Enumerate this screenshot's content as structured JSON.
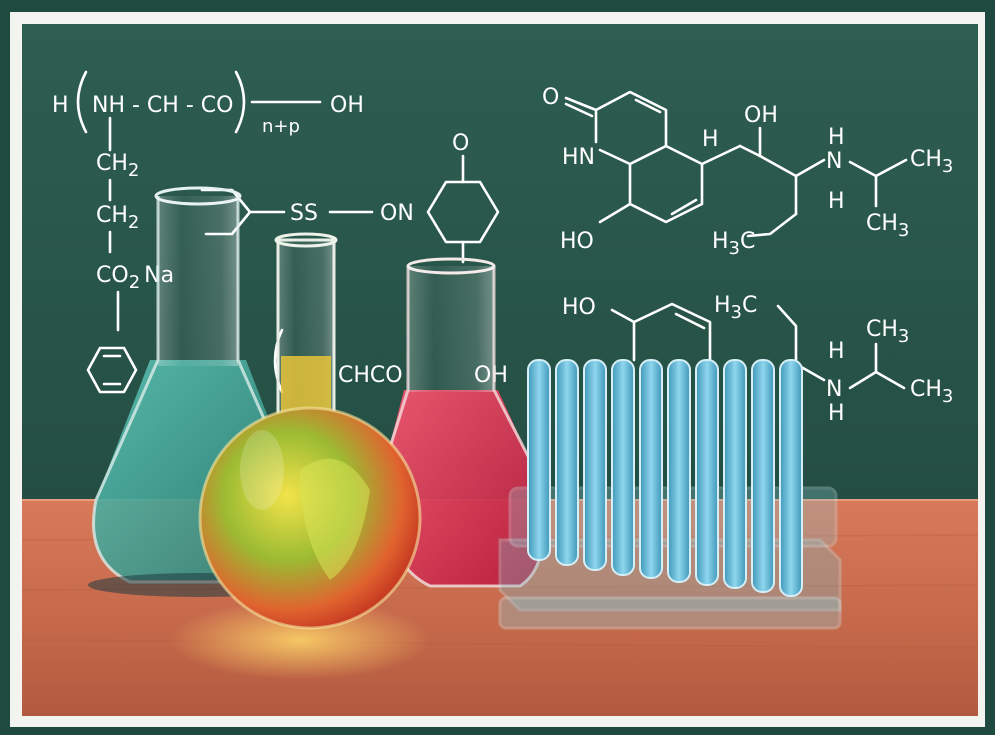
{
  "formulas": {
    "polymer": {
      "h": "H",
      "backbone": "NH - CH - CO",
      "oh": "OH",
      "subscript": "n+p",
      "ch2_a": "CH",
      "ch2_a_sub": "2",
      "ch2_b": "CH",
      "ch2_b_sub": "2",
      "co2na": "CO",
      "co2na_sub": "2",
      "co2na_tail": "Na",
      "ss": "SS",
      "on": "ON",
      "o_top": "O",
      "chco": "CHCO",
      "oh_mid": "OH"
    },
    "quinolinone": {
      "o": "O",
      "hn": "HN",
      "ho": "HO",
      "h": "H",
      "oh": "OH",
      "nh_h": "H",
      "n": "N",
      "h_below": "H",
      "ch3_a": "CH",
      "ch3_a_sub": "3",
      "ch3_b": "CH",
      "ch3_b_sub": "3",
      "h3c": "H",
      "h3c_sub": "3",
      "h3c_tail": "C"
    },
    "second": {
      "ho": "HO",
      "h3c": "H",
      "h3c_sub": "3",
      "h3c_tail": "C",
      "h_top": "H",
      "n": "N",
      "h_bottom": "H",
      "ch3_a": "CH",
      "ch3_a_sub": "3",
      "ch3_b": "CH",
      "ch3_b_sub": "3"
    }
  },
  "colors": {
    "chalkboard": "#2b5b4e",
    "frame": "#1f4a3f",
    "table": "#c96a4e",
    "green_liquid": "#3fa79a",
    "red_liquid": "#e23a56",
    "yellow_liquid": "#e8c43a",
    "blue_liquid": "#4fb3d6"
  }
}
